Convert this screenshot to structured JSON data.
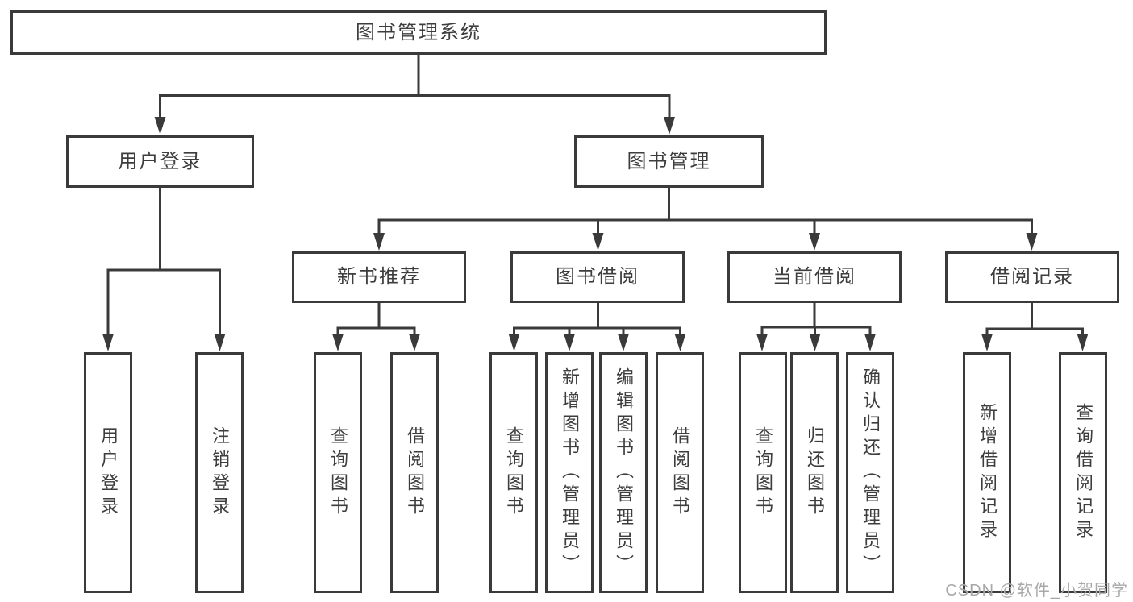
{
  "colors": {
    "line": "#3a3a3a",
    "text": "#3d3d3d",
    "watermark": "#a8a8a8",
    "background": "#ffffff"
  },
  "root": {
    "label": "图书管理系统"
  },
  "branches": {
    "user_login": {
      "label": "用户登录",
      "children": [
        "用户登录",
        "注销登录"
      ]
    },
    "book_management": {
      "label": "图书管理"
    }
  },
  "modules": [
    {
      "label": "新书推荐",
      "children": [
        "查询图书",
        "借阅图书"
      ]
    },
    {
      "label": "图书借阅",
      "children": [
        "查询图书",
        "新增图书（管理员）",
        "编辑图书（管理员）",
        "借阅图书"
      ]
    },
    {
      "label": "当前借阅",
      "children": [
        "查询图书",
        "归还图书",
        "确认归还（管理员）"
      ]
    },
    {
      "label": "借阅记录",
      "children": [
        "新增借阅记录",
        "查询借阅记录"
      ]
    }
  ],
  "watermark": "CSDN @软件_小贺同学"
}
